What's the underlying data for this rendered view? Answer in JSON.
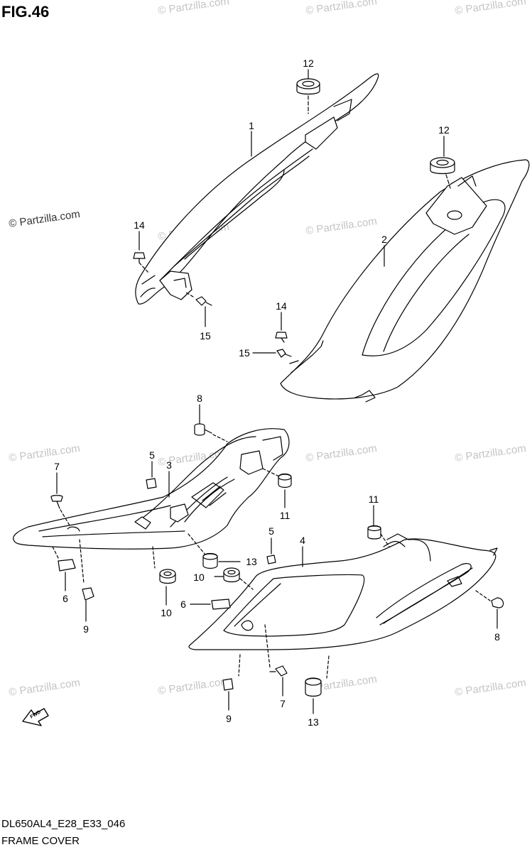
{
  "figure_title": "FIG.46",
  "watermark_primary": "© Partzilla.com",
  "watermark_repeat": "© Partzilla.com",
  "callouts": {
    "c1": "1",
    "c2": "2",
    "c3": "3",
    "c4": "4",
    "c5a": "5",
    "c5b": "5",
    "c6a": "6",
    "c6b": "6",
    "c7a": "7",
    "c7b": "7",
    "c8a": "8",
    "c8b": "8",
    "c9a": "9",
    "c9b": "9",
    "c10a": "10",
    "c10b": "10",
    "c11a": "11",
    "c11b": "11",
    "c12a": "12",
    "c12b": "12",
    "c13a": "13",
    "c13b": "13",
    "c14a": "14",
    "c14b": "14",
    "c15a": "15",
    "c15b": "15"
  },
  "fwd_label": "FWD",
  "footer": {
    "model_code": "DL650AL4_E28_E33_046",
    "caption": "FRAME COVER"
  },
  "colors": {
    "line": "#000000",
    "watermark": "#c4c4c4",
    "background": "#ffffff"
  }
}
